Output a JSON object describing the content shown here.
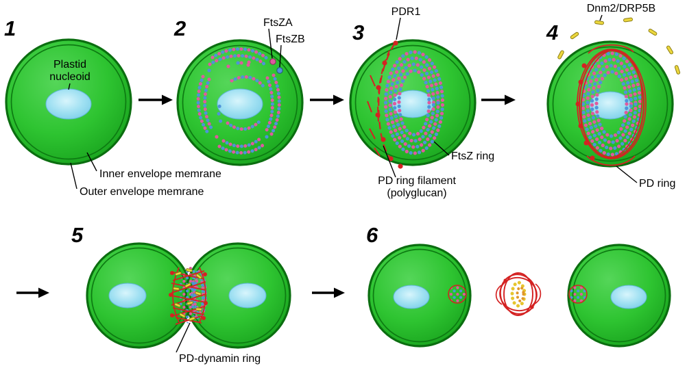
{
  "figure": {
    "type": "diagram",
    "topic": "Plastid division stages"
  },
  "palette": {
    "plastid_green": "#2ec431",
    "membrane_dark_green": "#0b6e10",
    "nucleoid_blue": "#8fd9ee",
    "ftsz_pink": "#df5a9e",
    "ftsz_blue": "#4f93d9",
    "pd_red": "#d42222",
    "dynamin_yellow": "#ecd73e",
    "text": "#000000"
  },
  "stages": {
    "s1": {
      "num": "1",
      "plastid_label_line1": "Plastid",
      "plastid_label_line2": "nucleoid",
      "inner_membrane": "Inner envelope memrane",
      "outer_membrane": "Outer envelope memrane"
    },
    "s2": {
      "num": "2",
      "ftsza": "FtsZA",
      "ftszb": "FtsZB"
    },
    "s3": {
      "num": "3",
      "pdr1": "PDR1",
      "ftsz_ring": "FtsZ ring",
      "pd_ring_filament_line1": "PD ring filament",
      "pd_ring_filament_line2": "(polyglucan)"
    },
    "s4": {
      "num": "4",
      "dnm2": "Dnm2/DRP5B",
      "pd_ring": "PD ring"
    },
    "s5": {
      "num": "5",
      "pd_dynamin_ring": "PD-dynamin ring"
    },
    "s6": {
      "num": "6"
    }
  }
}
